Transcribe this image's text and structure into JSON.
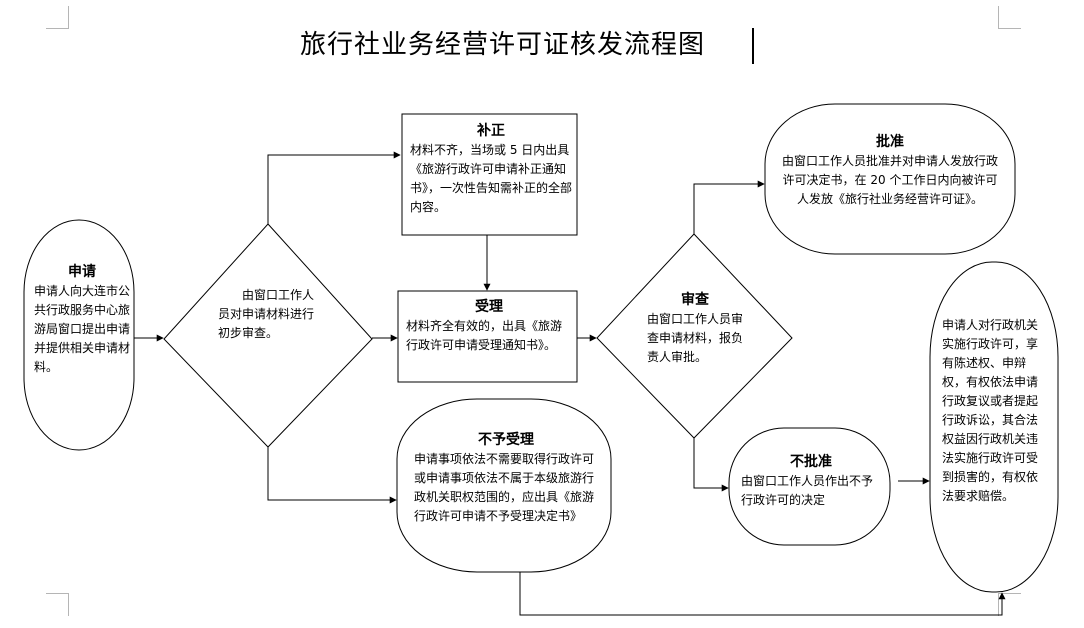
{
  "title": "旅行社业务经营许可证核发流程图",
  "nodes": {
    "apply": {
      "title": "申请",
      "text": "申请人向大连市公共行政服务中心旅游局窗口提出申请并提供相关申请材料。"
    },
    "initial_review": {
      "text": "由窗口工作人员对申请材料进行初步审查。"
    },
    "supplement": {
      "title": "补正",
      "text": "材料不齐，当场或 5 日内出具《旅游行政许可申请补正通知书》，一次性告知需补正的全部内容。"
    },
    "accept": {
      "title": "受理",
      "text": "材料齐全有效的，出具《旅游行政许可申请受理通知书》。"
    },
    "reject": {
      "title": "不予受理",
      "text": "申请事项依法不需要取得行政许可或申请事项依法不属于本级旅游行政机关职权范围的，应出具《旅游行政许可申请不予受理决定书》"
    },
    "review": {
      "title": "审查",
      "text": "由窗口工作人员审查申请材料，报负责人审批。"
    },
    "approve": {
      "title": "批准",
      "text": "由窗口工作人员批准并对申请人发放行政许可决定书，在 20 个工作日内向被许可人发放《旅行社业务经营许可证》。"
    },
    "deny": {
      "title": "不批准",
      "text": "由窗口工作人员作出不予行政许可的决定"
    },
    "rights": {
      "text": "申请人对行政机关实施行政许可，享有陈述权、申辩权，有权依法申请行政复议或者提起行政诉讼，其合法权益因行政机关违法实施行政许可受到损害的，有权依法要求赔偿。"
    }
  }
}
